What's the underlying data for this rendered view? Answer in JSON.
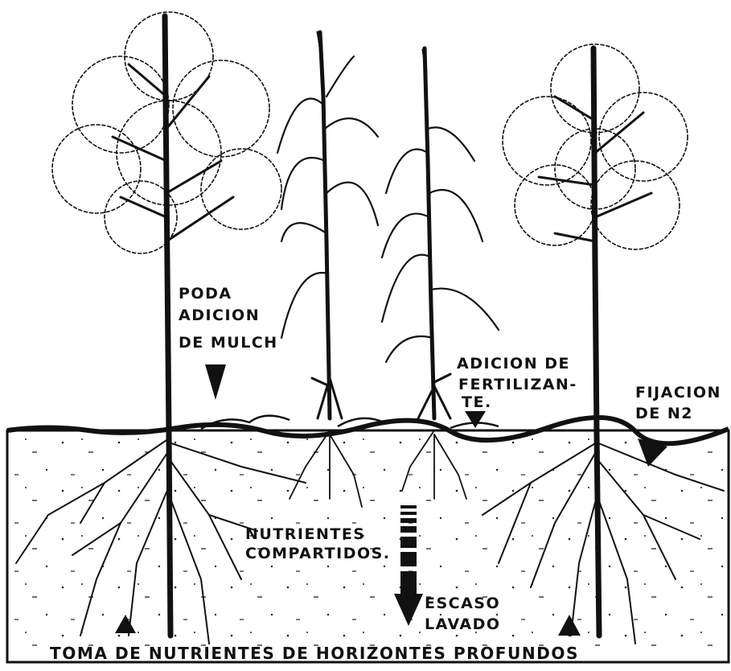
{
  "labels": {
    "poda_line1": "PODA",
    "poda_line2": "ADICION",
    "poda_line3": "DE MULCH",
    "fert_line1": "ADICION DE",
    "fert_line2": "FERTILIZAN-",
    "fert_line3": "TE.",
    "fijacion_line1": "FIJACION",
    "fijacion_line2": "DE N2",
    "nutrientes_line1": "NUTRIENTES",
    "nutrientes_line2": "COMPARTIDOS.",
    "escaso_line1": "ESCASO",
    "escaso_line2": "LAVADO",
    "bottom_caption": "TOMA DE NUTRIENTES DE HORIZONTES PROFUNDOS"
  }
}
